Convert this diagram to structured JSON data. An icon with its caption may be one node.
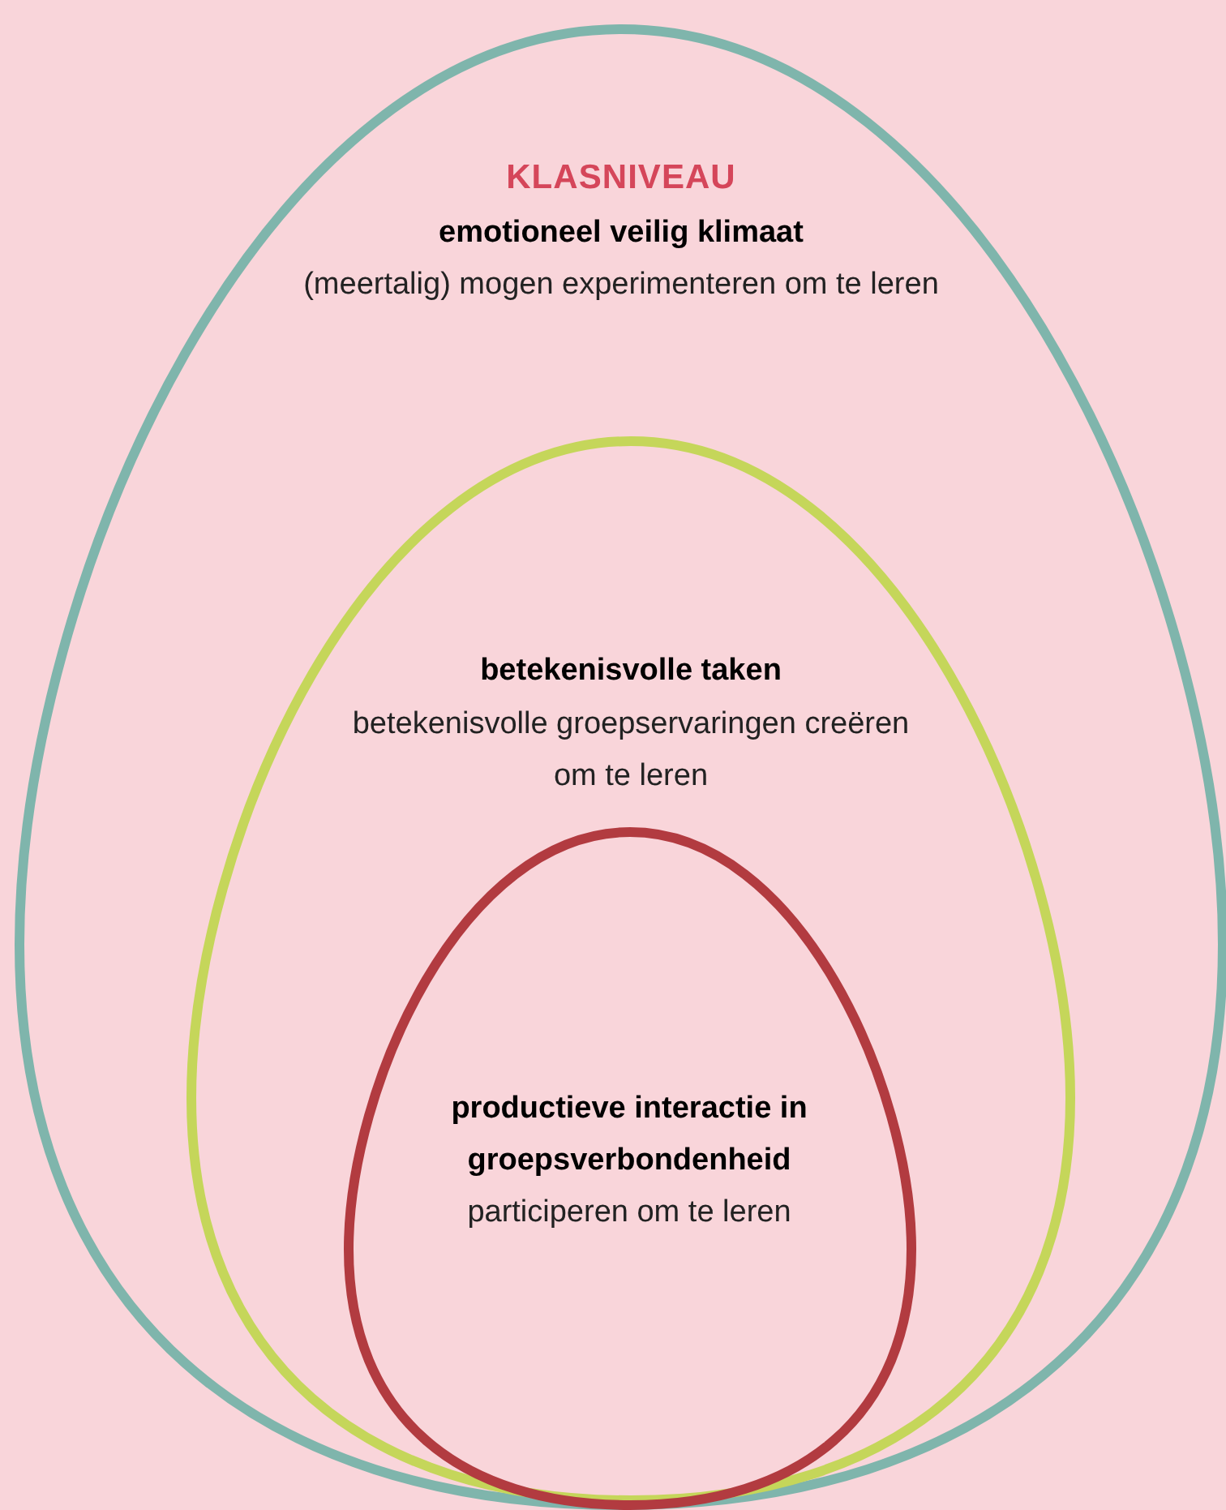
{
  "diagram": {
    "nodes": [
      {
        "text": [
          "KLASNIVEAU",
          "emotioneel veilig klimaat",
          "(meertalig) mogen experimenteren om te leren"
        ]
      },
      {
        "text": [
          "betekenisvolle taken",
          "betekenisvolle groepservaringen creëren om te leren"
        ],
        "in": 0
      },
      {
        "text": [
          "productieve interactie in groepsverbondenheid",
          "participeren om te leren"
        ],
        "in": 1
      }
    ]
  }
}
